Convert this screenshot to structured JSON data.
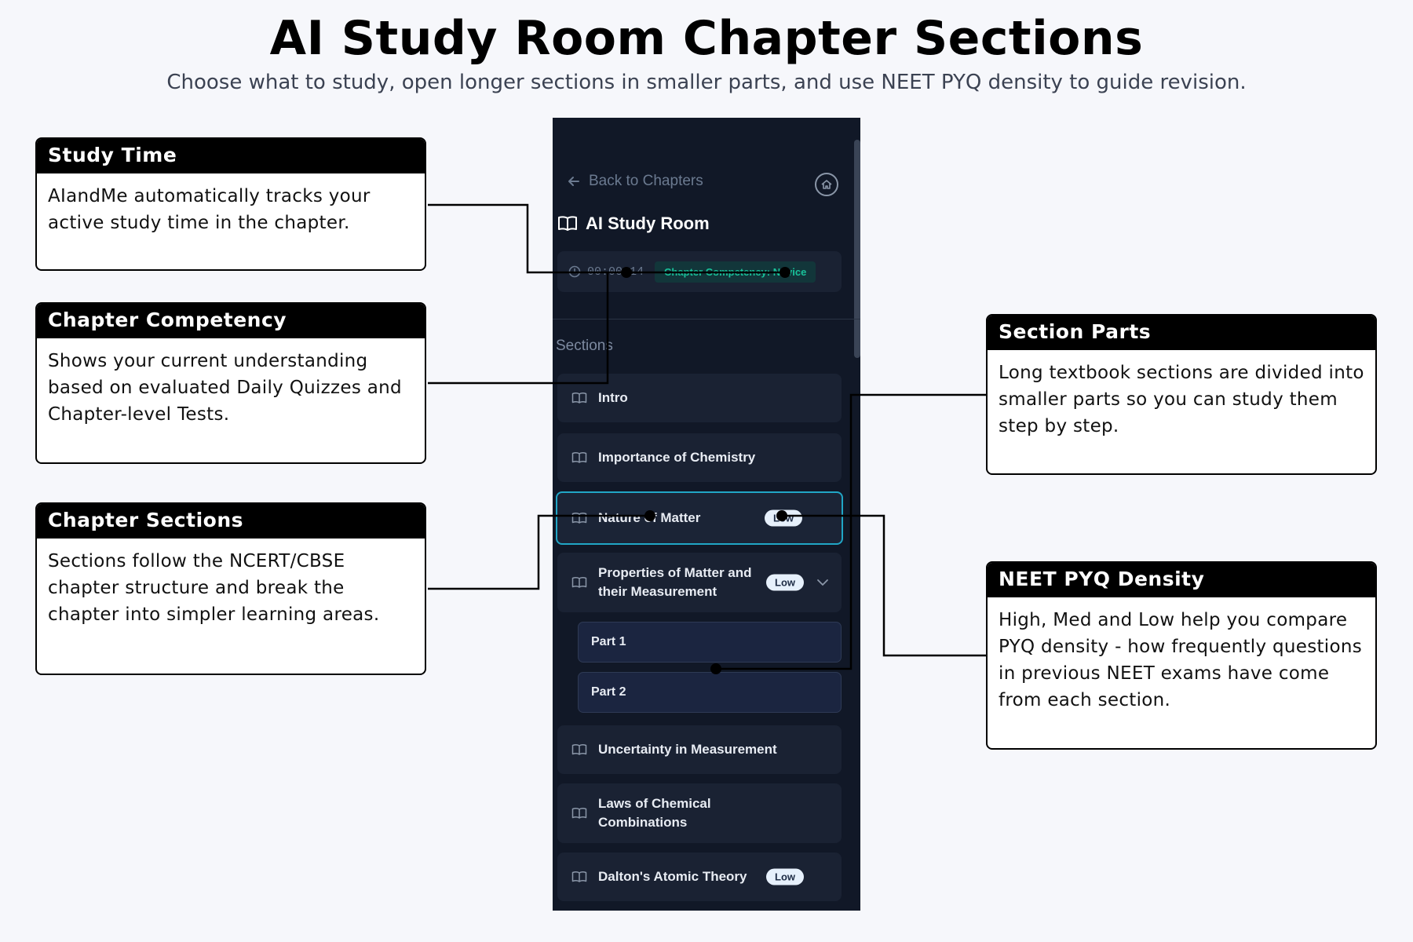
{
  "title": "AI Study Room Chapter Sections",
  "subtitle": "Choose what to study, open longer sections in smaller parts, and use NEET PYQ density to guide revision.",
  "callouts": {
    "study_time": {
      "title": "Study Time",
      "body": "AIandMe automatically tracks your active study time in the chapter."
    },
    "competency": {
      "title": "Chapter Competency",
      "body": "Shows your current understanding based on evaluated Daily Quizzes and Chapter-level Tests."
    },
    "sections": {
      "title": "Chapter Sections",
      "body": "Sections follow the NCERT/CBSE chapter structure and break the chapter into simpler learning areas."
    },
    "parts": {
      "title": "Section Parts",
      "body": "Long textbook sections are divided into smaller parts so you can study them step by step."
    },
    "pyq": {
      "title": "NEET PYQ Density",
      "body": "High, Med and Low help you compare PYQ density - how frequently questions in previous NEET exams have come from each section."
    }
  },
  "panel": {
    "back_label": "Back to Chapters",
    "brand": "AI Study Room",
    "timer": "00:00:14",
    "competency_badge": "Chapter Competency: Novice",
    "sections_label": "Sections",
    "sections": [
      {
        "label": "Intro"
      },
      {
        "label": "Importance of Chemistry"
      },
      {
        "label": "Nature of Matter",
        "badge": "Low"
      },
      {
        "label": "Properties of Matter and their Measurement",
        "badge": "Low"
      },
      {
        "label": "Uncertainty in Measurement"
      },
      {
        "label": "Laws of Chemical Combinations"
      },
      {
        "label": "Dalton's Atomic Theory",
        "badge": "Low"
      }
    ],
    "parts": [
      "Part 1",
      "Part 2"
    ]
  },
  "colors": {
    "panel_bg": "#111827",
    "card_bg": "#1a2233",
    "active_border": "#21a6c6",
    "competency_green": "#19c29a",
    "badge_bg": "#e6f0fb"
  }
}
